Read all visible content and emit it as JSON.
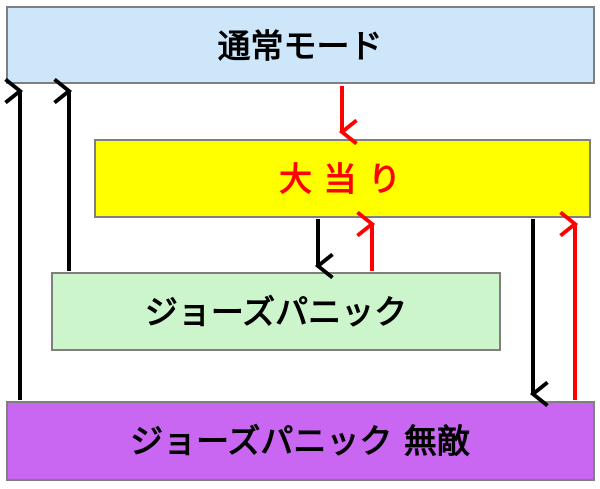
{
  "states": {
    "normal": {
      "label": "通常モード",
      "fill": "#cde6f9",
      "text_color": "#000000"
    },
    "jackpot": {
      "label": "大 当 り",
      "fill": "#ffff00",
      "text_color": "#ff0000"
    },
    "jaws_panic": {
      "label": "ジョーズパニック",
      "fill": "#ccf5cc",
      "text_color": "#000000"
    },
    "jaws_panic_invincible": {
      "label": "ジョーズパニック 無敵",
      "fill": "#c966f2",
      "text_color": "#000000"
    }
  },
  "arrow_colors": {
    "black": "#000000",
    "red": "#ff0000"
  }
}
